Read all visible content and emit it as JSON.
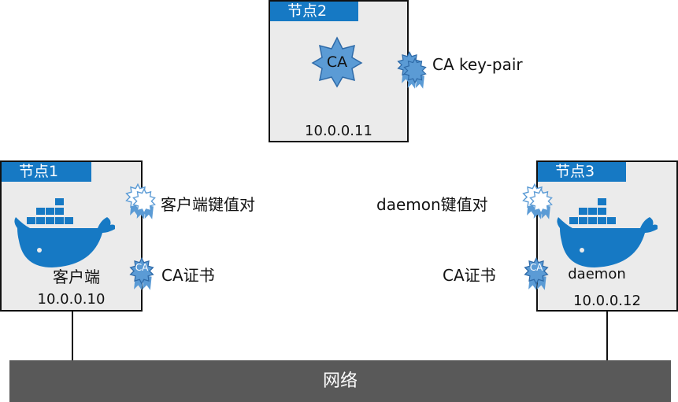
{
  "node2": {
    "tag": "节点2",
    "ca_badge": "CA",
    "ip": "10.0.0.11",
    "keypair_label": "CA key-pair"
  },
  "node1": {
    "tag": "节点1",
    "role": "客户端",
    "ip": "10.0.0.10",
    "keypair_label": "客户端键值对",
    "cert_label": "CA证书",
    "cert_badge": "CA"
  },
  "node3": {
    "tag": "节点3",
    "role": "daemon",
    "ip": "10.0.0.12",
    "keypair_label": "daemon键值对",
    "cert_label": "CA证书",
    "cert_badge": "CA"
  },
  "network": {
    "label": "网络"
  },
  "colors": {
    "brand_blue": "#1679c4",
    "badge_blue": "#5b9bd5",
    "node_bg": "#ebebeb",
    "network_bg": "#595959"
  },
  "icons": [
    "docker-whale-icon",
    "ca-star-icon",
    "keypair-ribbon-icon",
    "cert-ribbon-icon"
  ]
}
